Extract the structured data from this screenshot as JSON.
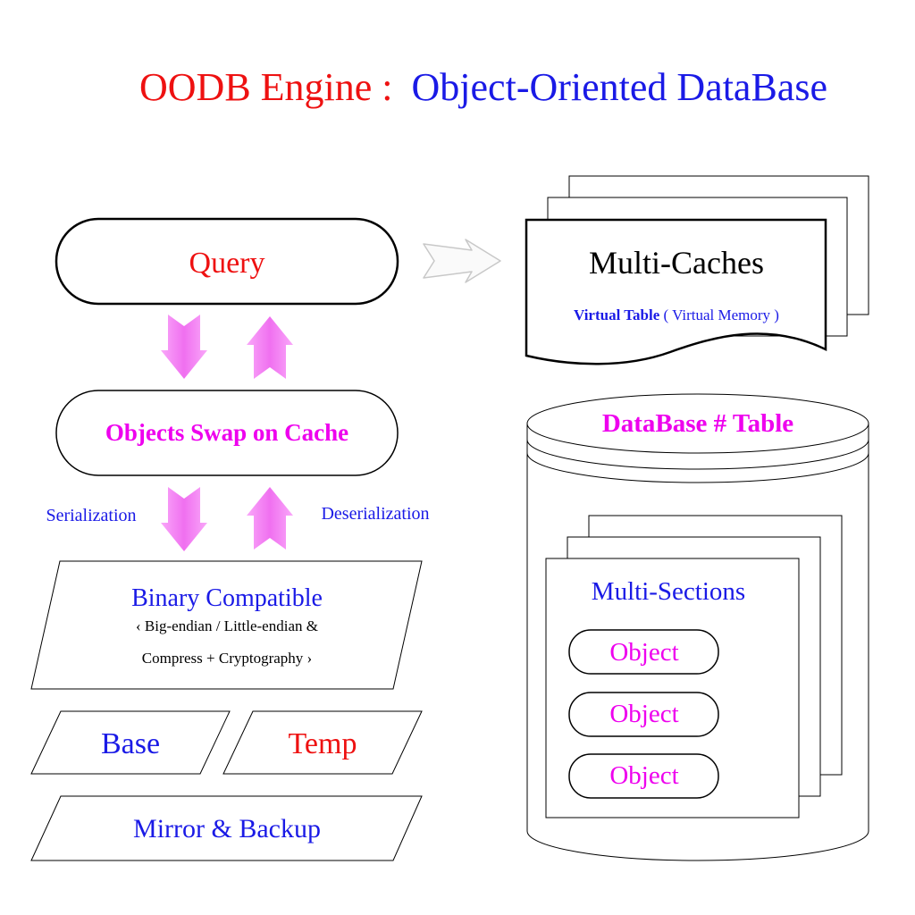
{
  "title": {
    "part1": "OODB Engine :",
    "part2": "Object-Oriented DataBase"
  },
  "colors": {
    "red": "#ee1111",
    "blue": "#1a1ae6",
    "magenta": "#ee00ee",
    "black": "#000000",
    "arrow_pink": "#f47cf4"
  },
  "query": {
    "label": "Query"
  },
  "swap": {
    "label": "Objects Swap on Cache"
  },
  "serialization": {
    "label": "Serialization"
  },
  "deserialization": {
    "label": "Deserialization"
  },
  "binary": {
    "title": "Binary Compatible",
    "line1": "‹ Big-endian / Little-endian &",
    "line2": "Compress + Cryptography ›"
  },
  "base": {
    "label": "Base"
  },
  "temp": {
    "label": "Temp"
  },
  "mirror": {
    "label": "Mirror & Backup"
  },
  "caches": {
    "title": "Multi-Caches",
    "sub_bold": "Virtual Table",
    "sub_rest": " ( Virtual Memory )"
  },
  "database": {
    "title": "DataBase # Table"
  },
  "sections": {
    "title": "Multi-Sections",
    "objects": [
      "Object",
      "Object",
      "Object"
    ]
  }
}
